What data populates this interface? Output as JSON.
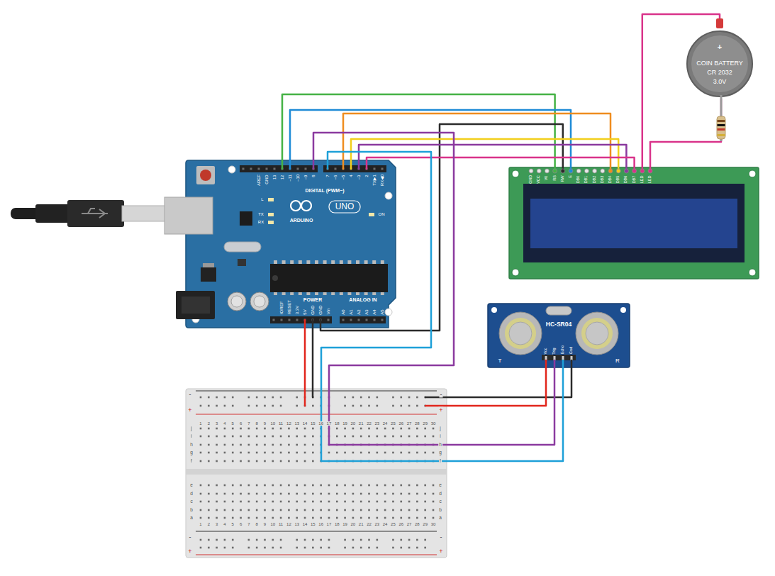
{
  "diagram": {
    "nodes": [
      {
        "text": [
          "+",
          "COIN BATTERY",
          "CR 2032",
          "3.0V"
        ]
      },
      {
        "text": [
          "AREF",
          "GND",
          "13",
          "12",
          "~11",
          "~10",
          "~9",
          "8",
          "7",
          "~6",
          "~5",
          "4",
          "~3",
          "2",
          "TX▶1",
          "RX◀0",
          "DIGITAL (PWM~)",
          "L",
          "TX",
          "RX",
          "ARDUINO",
          "UNO",
          "ON",
          "IOREF",
          "RESET",
          "3.3V",
          "5V",
          "GND",
          "GND",
          "Vin",
          "POWER",
          "A0",
          "A1",
          "A2",
          "A3",
          "A4",
          "A5",
          "ANALOG IN"
        ]
      },
      {
        "text": [
          "GND",
          "VCC",
          "V0",
          "RS",
          "RW",
          "E",
          "DB0",
          "DB1",
          "DB2",
          "DB3",
          "DB4",
          "DB5",
          "DB6",
          "DB7",
          "LED",
          "LED"
        ]
      },
      {
        "text": [
          "HC-SR04",
          "Vcc",
          "Trig",
          "Echo",
          "Gnd",
          "T",
          "R"
        ]
      },
      {
        "text": [
          "-",
          "-",
          "+",
          "+",
          "1",
          "2",
          "3",
          "4",
          "5",
          "6",
          "7",
          "8",
          "9",
          "10",
          "11",
          "12",
          "13",
          "14",
          "15",
          "16",
          "17",
          "18",
          "19",
          "20",
          "21",
          "22",
          "23",
          "24",
          "25",
          "26",
          "27",
          "28",
          "29",
          "30",
          "j",
          "j",
          "i",
          "i",
          "h",
          "h",
          "g",
          "g",
          "f",
          "f",
          "e",
          "e",
          "d",
          "d",
          "c",
          "c",
          "b",
          "b",
          "a",
          "a",
          "1",
          "2",
          "3",
          "4",
          "5",
          "6",
          "7",
          "8",
          "9",
          "10",
          "11",
          "12",
          "13",
          "14",
          "15",
          "16",
          "17",
          "18",
          "19",
          "20",
          "21",
          "22",
          "23",
          "24",
          "25",
          "26",
          "27",
          "28",
          "29",
          "30",
          "-",
          "-",
          "+",
          "+"
        ]
      }
    ],
    "edges": [
      {
        "from": 1,
        "to": 2,
        "arrow": "none"
      },
      {
        "from": 1,
        "to": 2,
        "arrow": "none"
      },
      {
        "from": 1,
        "to": 2,
        "arrow": "none"
      },
      {
        "from": 1,
        "to": 2,
        "arrow": "none"
      },
      {
        "from": 1,
        "to": 2,
        "arrow": "none"
      },
      {
        "from": 1,
        "to": 2,
        "arrow": "none"
      },
      {
        "from": 1,
        "to": 2,
        "arrow": "none"
      },
      {
        "from": 1,
        "to": 4,
        "arrow": "none"
      },
      {
        "from": 1,
        "to": 4,
        "arrow": "none"
      },
      {
        "from": 1,
        "to": 4,
        "arrow": "none"
      },
      {
        "from": 1,
        "to": 4,
        "arrow": "none"
      },
      {
        "from": 4,
        "to": 3,
        "arrow": "none"
      },
      {
        "from": 4,
        "to": 3,
        "arrow": "none"
      },
      {
        "from": 4,
        "to": 3,
        "arrow": "none"
      },
      {
        "from": 4,
        "to": 3,
        "arrow": "none"
      },
      {
        "from": 0,
        "to": 2,
        "arrow": "none"
      },
      {
        "from": 0,
        "to": 2,
        "arrow": "none"
      }
    ]
  }
}
